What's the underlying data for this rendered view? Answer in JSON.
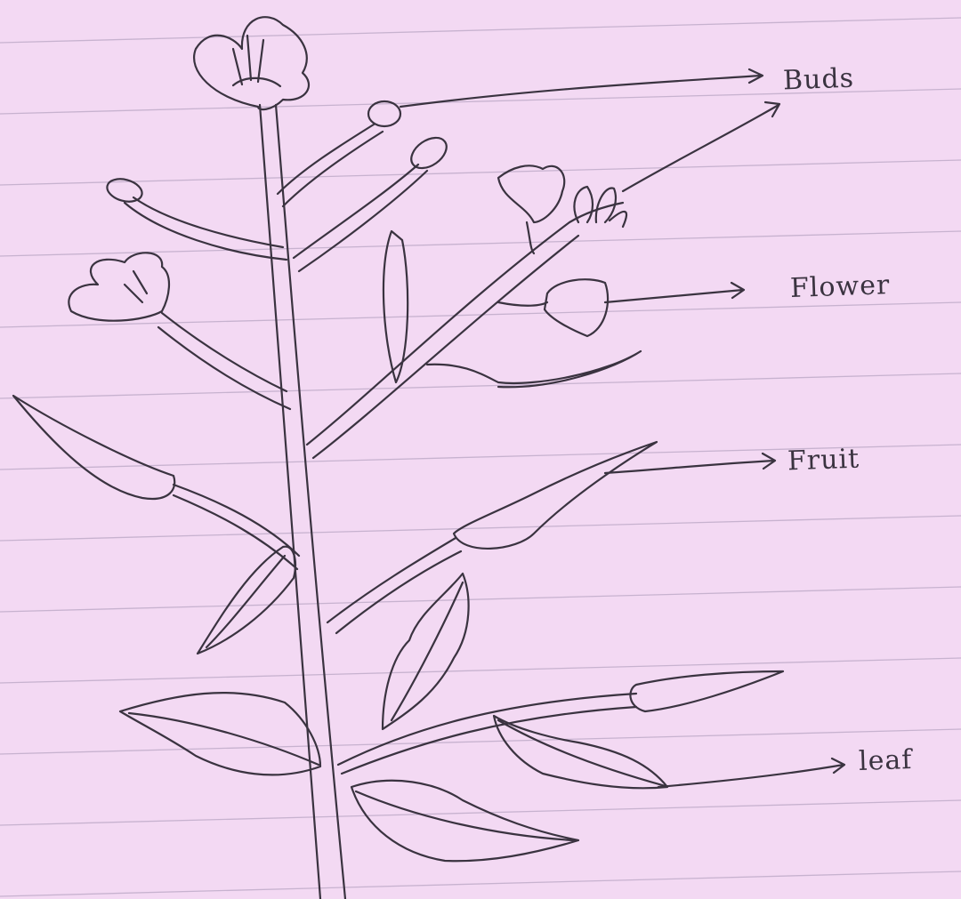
{
  "page": {
    "background": "#f3d9f3",
    "rule_color": "#b9a6c4",
    "ink_color": "#3a3340"
  },
  "labels": {
    "buds": "Buds",
    "flower": "Flower",
    "fruit": "Fruit",
    "leaf": "leaf"
  }
}
